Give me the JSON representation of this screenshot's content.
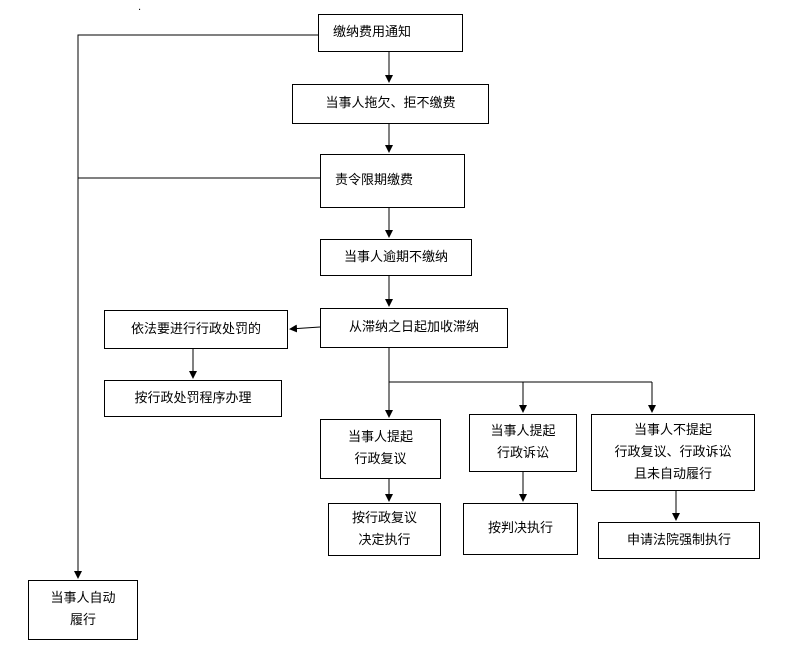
{
  "flowchart": {
    "nodes": {
      "notice": "缴纳费用通知",
      "default": "当事人拖欠、拒不缴费",
      "order": "责令限期缴费",
      "overdue": "当事人逾期不缴纳",
      "late_fee": "从滞纳之日起加收滞纳",
      "penalty": "依法要进行行政处罚的",
      "penalty_procedure": "按行政处罚程序办理",
      "review": "当事人提起\n行政复议",
      "review_result": "按行政复议\n决定执行",
      "litigation": "当事人提起\n行政诉讼",
      "judgment": "按判决执行",
      "no_action": "当事人不提起\n行政复议、行政诉讼\n且未自动履行",
      "enforcement": "申请法院强制执行",
      "voluntary": "当事人自动\n履行"
    },
    "corner_mark": "·"
  }
}
